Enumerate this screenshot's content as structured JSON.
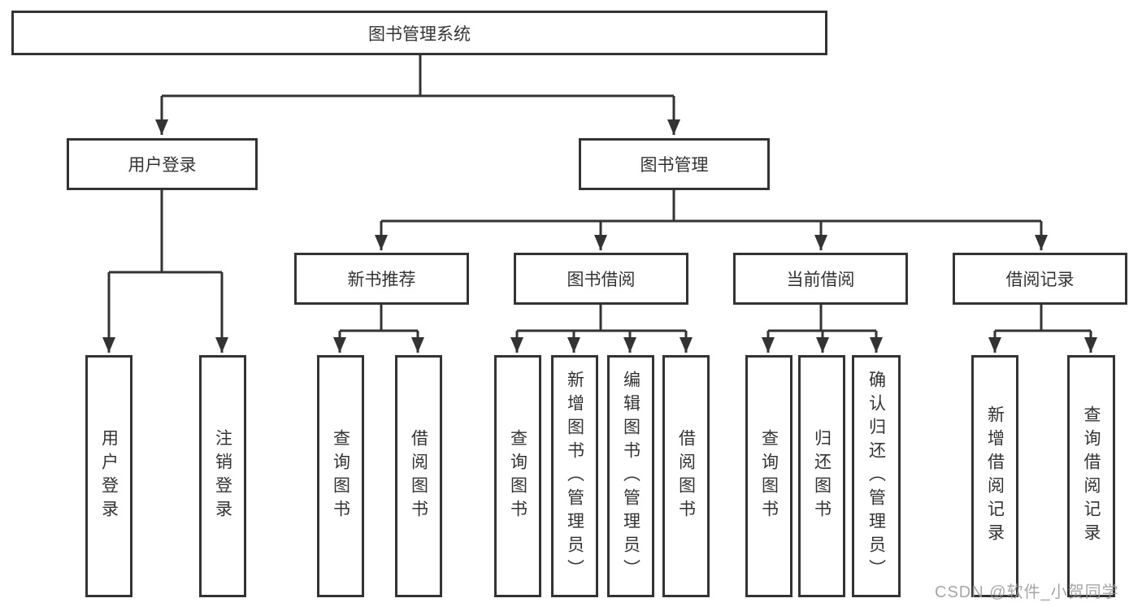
{
  "tree": {
    "root": {
      "label": "图书管理系统"
    },
    "user_login": {
      "label": "用户登录",
      "children": [
        "用户登录",
        "注销登录"
      ]
    },
    "book_mgmt": {
      "label": "图书管理",
      "sections": [
        {
          "label": "新书推荐",
          "children": [
            "查询图书",
            "借阅图书"
          ]
        },
        {
          "label": "图书借阅",
          "children": [
            "查询图书",
            "新增图书（管理员）",
            "编辑图书（管理员）",
            "借阅图书"
          ]
        },
        {
          "label": "当前借阅",
          "children": [
            "查询图书",
            "归还图书",
            "确认归还（管理员）"
          ]
        },
        {
          "label": "借阅记录",
          "children": [
            "新增借阅记录",
            "查询借阅记录"
          ]
        }
      ]
    }
  },
  "watermark": "CSDN @软件_小贺同学",
  "colors": {
    "line": "#333333",
    "text": "#333333",
    "background": "#ffffff"
  }
}
